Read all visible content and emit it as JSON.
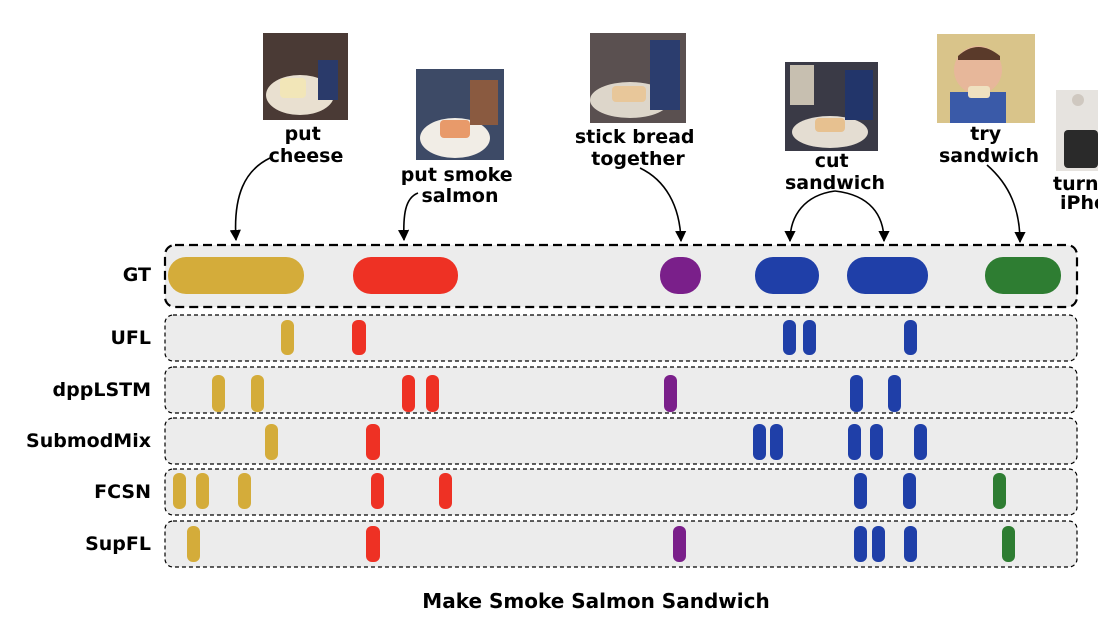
{
  "title": "Make Smoke Salmon Sandwich",
  "colors": {
    "put_cheese": "#d4ac3a",
    "put_smoke_salmon": "#ee3124",
    "stick_bread_together": "#7a1f8a",
    "cut_sandwich": "#1f3fa8",
    "try_sandwich": "#2e7d32",
    "row_bg": "#ececec",
    "border": "#000000"
  },
  "steps": [
    {
      "id": "put_cheese",
      "lines": [
        "put",
        "cheese"
      ],
      "thumb": "thumb-put-cheese"
    },
    {
      "id": "put_smoke_salmon",
      "lines": [
        "put smoke",
        "salmon"
      ],
      "thumb": "thumb-put-smoke-salmon"
    },
    {
      "id": "stick_bread_together",
      "lines": [
        "stick bread",
        "together"
      ],
      "thumb": "thumb-stick-bread-together"
    },
    {
      "id": "cut_sandwich",
      "lines": [
        "cut",
        "sandwich"
      ],
      "thumb": "thumb-cut-sandwich"
    },
    {
      "id": "try_sandwich",
      "lines": [
        "try",
        "sandwich"
      ],
      "thumb": "thumb-try-sandwich"
    },
    {
      "id": "turn_iphone",
      "lines": [
        "turn",
        "iPho"
      ],
      "thumb": "thumb-turn-iphone"
    }
  ],
  "rows": [
    {
      "label": "GT"
    },
    {
      "label": "UFL"
    },
    {
      "label": "dppLSTM"
    },
    {
      "label": "SubmodMix"
    },
    {
      "label": "FCSN"
    },
    {
      "label": "SupFL"
    }
  ]
}
